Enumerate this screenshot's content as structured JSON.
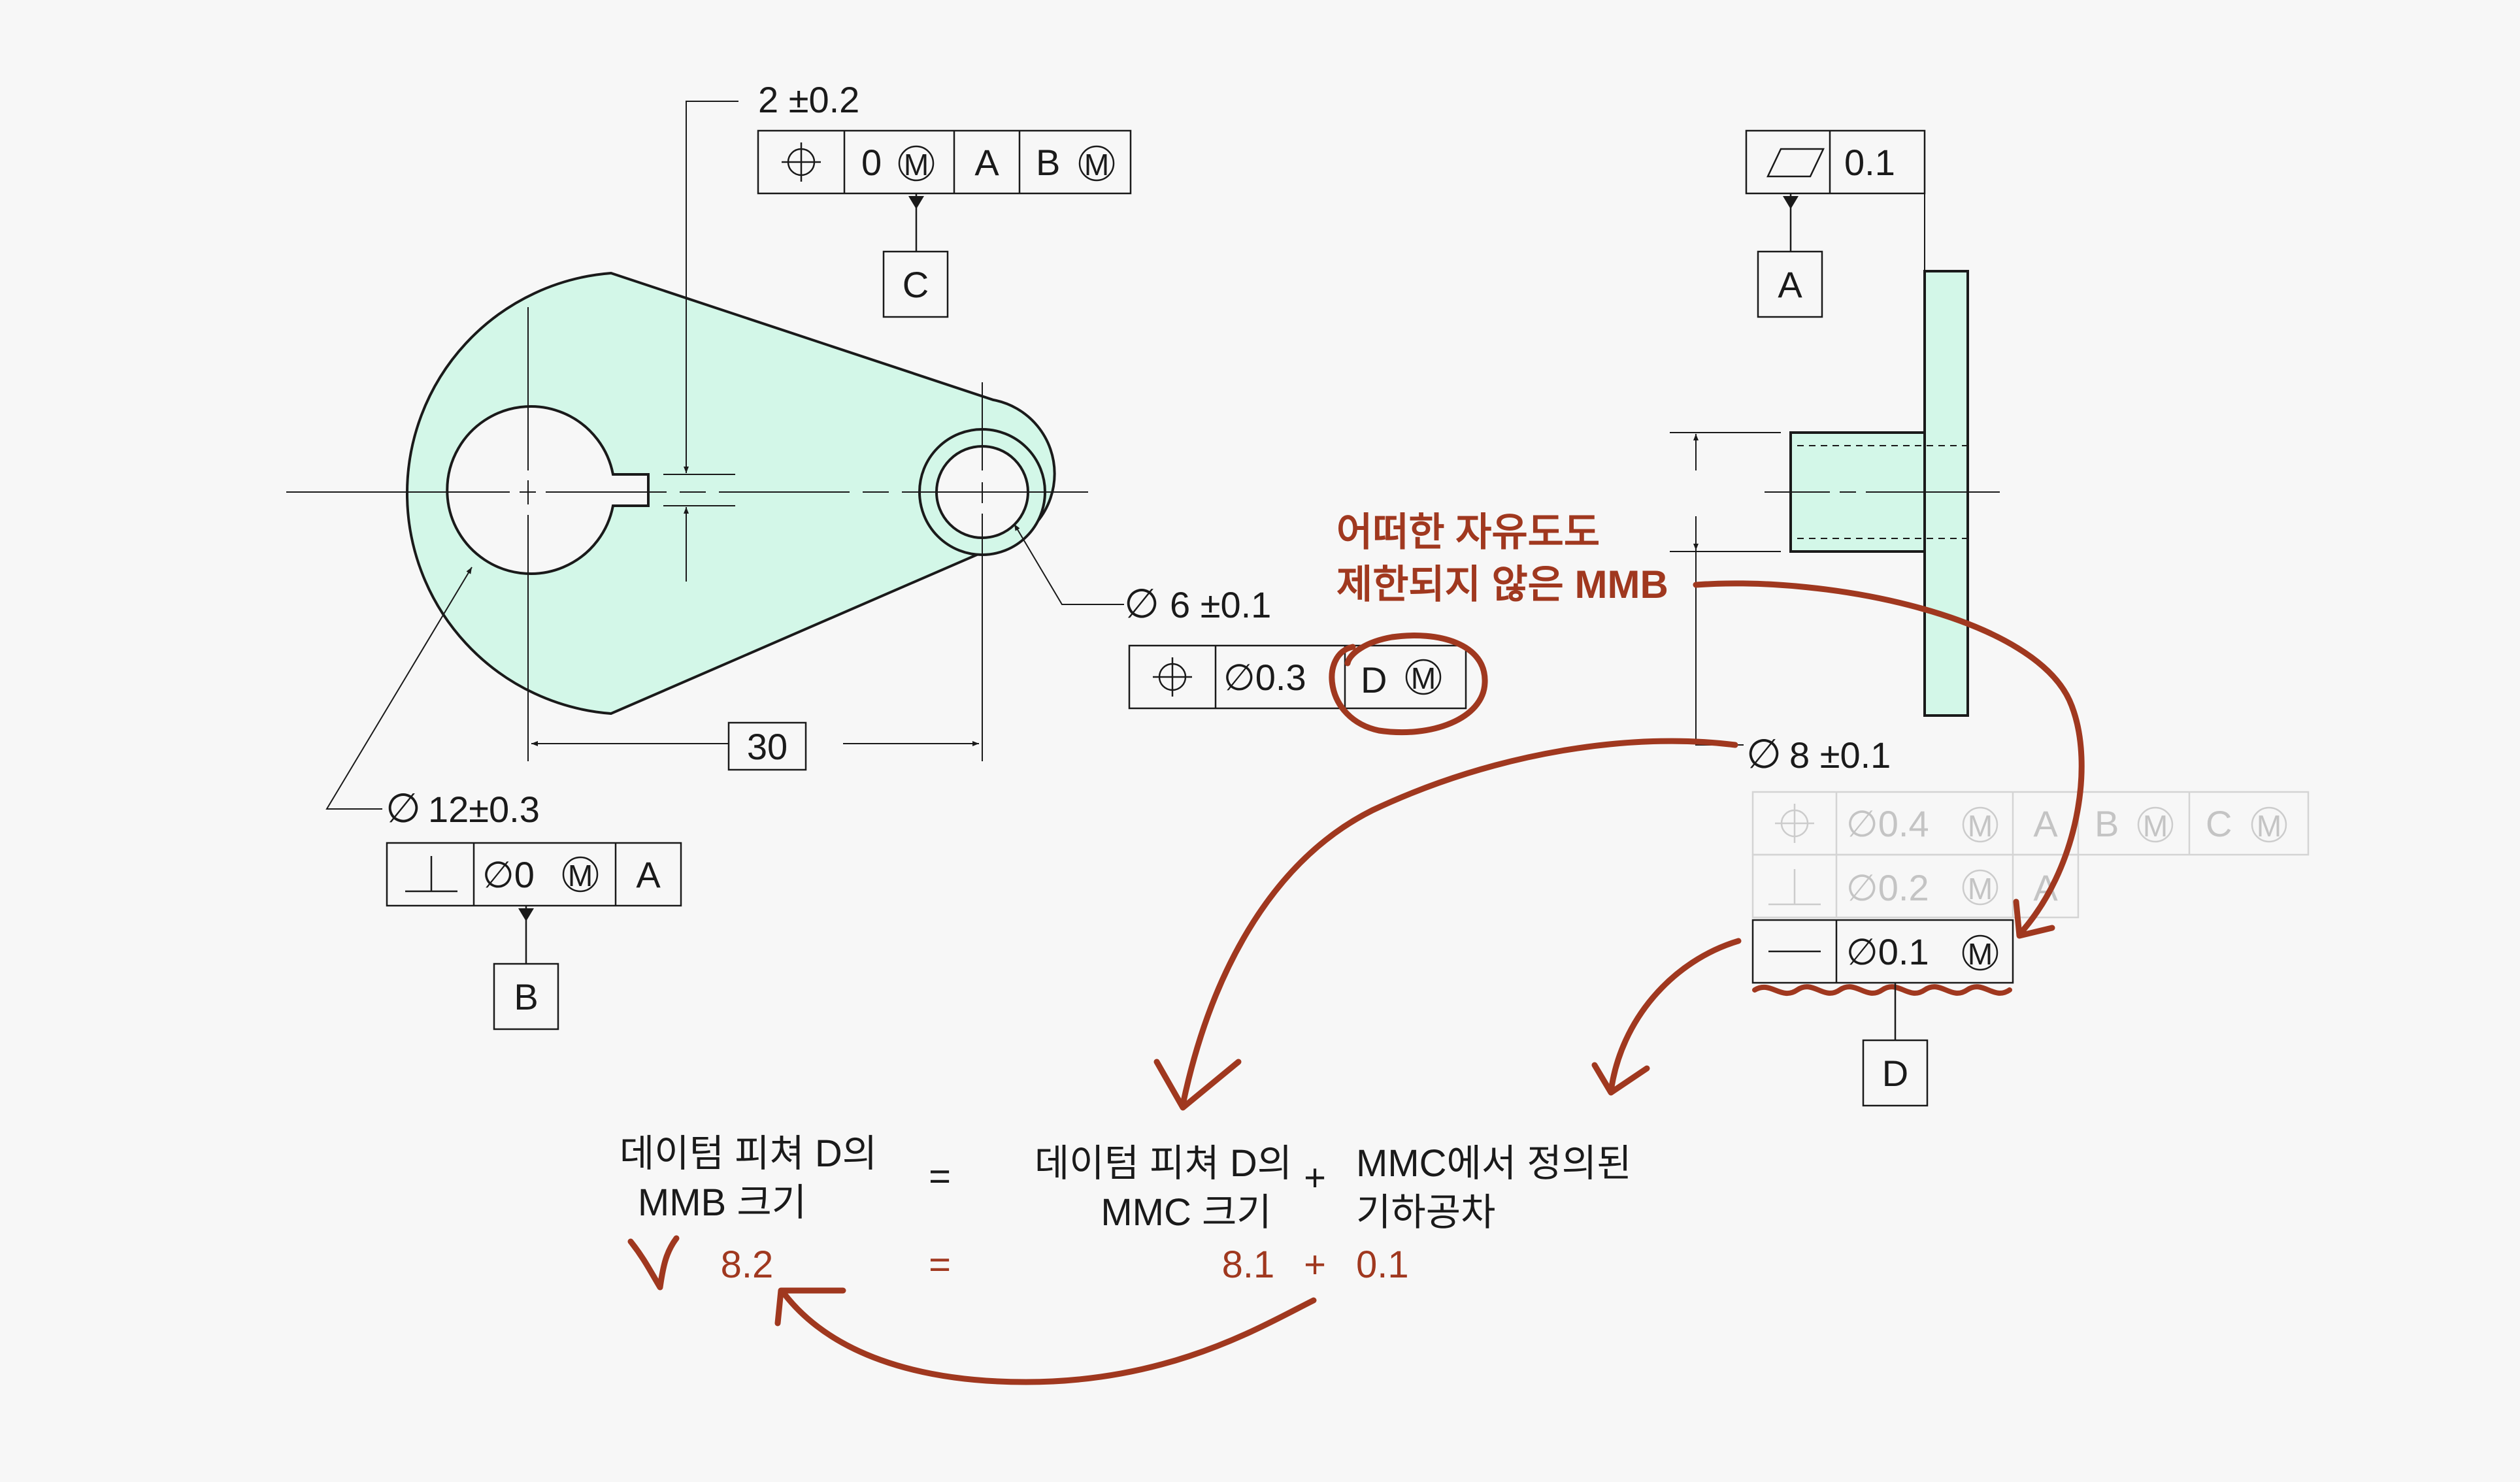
{
  "colors": {
    "part_fill": "#d3f7e8",
    "ink": "#1a1a1a",
    "annotation_red": "#a0381f",
    "faint": "#cccccc",
    "background": "#f7f7f7"
  },
  "left_part": {
    "keyway_dim": "2 ±0.2",
    "keyway_fcf": {
      "symbol": "position-icon",
      "tol": "0",
      "mod": "M",
      "datum1": "A",
      "datum2": "B",
      "datum2_mod": "M"
    },
    "keyway_datum": "C",
    "hole_small_dim_prefix": "∅",
    "hole_small_dim": "6 ±0.1",
    "hole_small_fcf": {
      "symbol": "position-icon",
      "tol": "∅0.3",
      "datum": "D",
      "datum_mod": "M"
    },
    "span_dim": "30",
    "bore_dim_prefix": "∅",
    "bore_dim": "12±0.3",
    "bore_fcf": {
      "symbol": "perpendicularity-icon",
      "tol": "∅0",
      "mod": "M",
      "datum": "A"
    },
    "bore_datum": "B"
  },
  "right_part": {
    "flatness_fcf": {
      "symbol": "flatness-icon",
      "tol": "0.1"
    },
    "flat_datum": "A",
    "callout_line1": "어떠한 자유도도",
    "callout_line2": "제한되지 않은 MMB",
    "boss_dim_prefix": "∅",
    "boss_dim": "8 ±0.1",
    "faint_fcf1": {
      "symbol": "position-icon",
      "tol": "∅0.4",
      "mod": "M",
      "d1": "A",
      "d2": "B",
      "d2_mod": "M",
      "d3": "C",
      "d3_mod": "M"
    },
    "faint_fcf2": {
      "symbol": "perpendicularity-icon",
      "tol": "∅0.2",
      "mod": "M",
      "d1": "A"
    },
    "straight_fcf": {
      "symbol": "straightness-icon",
      "tol": "∅0.1",
      "mod": "M"
    },
    "boss_datum": "D"
  },
  "formula": {
    "lhs_line1": "데이텀 피쳐 D의",
    "lhs_line2": "MMB 크기",
    "eq": "=",
    "mid_line1": "데이텀 피쳐 D의",
    "mid_line2": "MMC 크기",
    "plus": "+",
    "rhs_line1": "MMC에서 정의된",
    "rhs_line2": "기하공차",
    "lhs_value": "8.2",
    "eq2": "=",
    "mid_value": "8.1",
    "plus2": "+",
    "rhs_value": "0.1"
  }
}
